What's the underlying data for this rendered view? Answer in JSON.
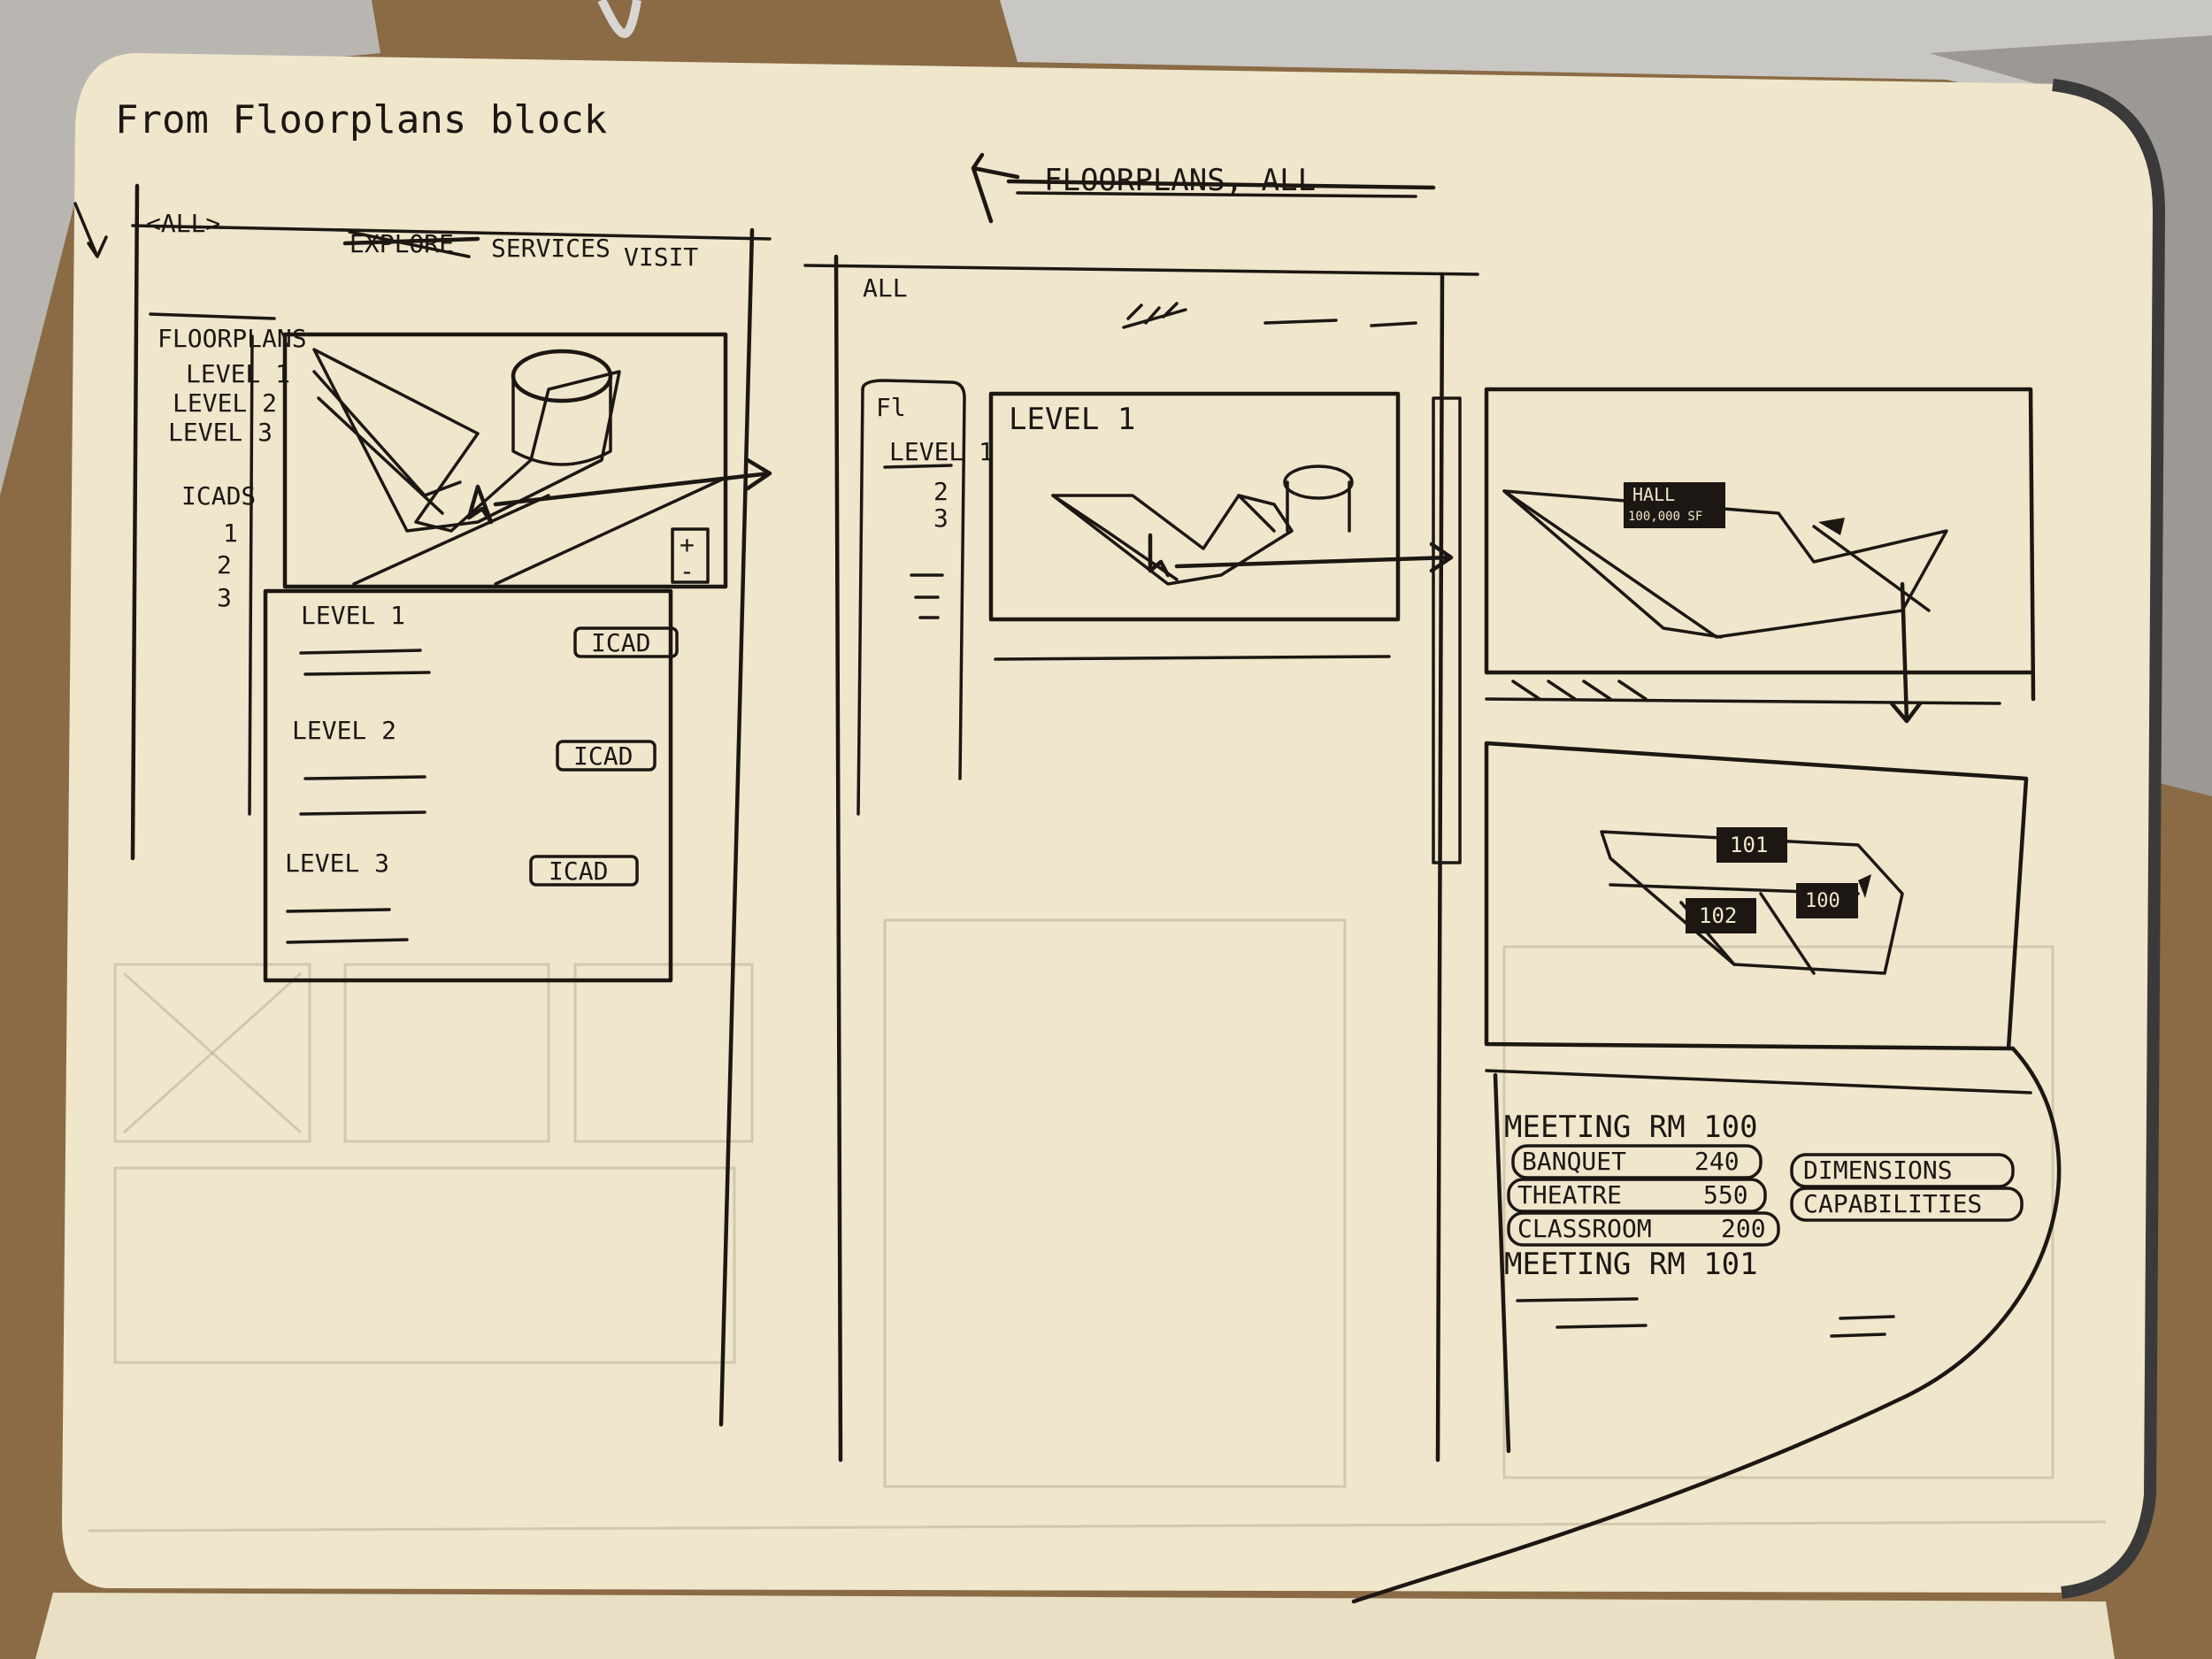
{
  "page_header": "From Floorplans block",
  "struck_heading": "FLOORPLANS, ALL",
  "sketch_a": {
    "back_link": "<ALL>",
    "struck_nav_item": "EXPLORE",
    "nav_items": [
      "SERVICES",
      "VISIT"
    ],
    "sidebar": {
      "heading": "FLOORPLANS",
      "levels": [
        "LEVEL 1",
        "LEVEL 2",
        "LEVEL 3"
      ],
      "cads_heading": "ICADS",
      "cads": [
        "1",
        "2",
        "3"
      ]
    },
    "zoom_controls": [
      "+",
      "-"
    ],
    "level_list": [
      {
        "title": "LEVEL 1",
        "button": "ICAD"
      },
      {
        "title": "LEVEL 2",
        "button": "ICAD"
      },
      {
        "title": "LEVEL 3",
        "button": "ICAD"
      }
    ]
  },
  "sketch_b": {
    "back_link": "ALL",
    "sidebar_heading": "Fl",
    "sidebar_items": [
      "LEVEL 1",
      "2",
      "3"
    ],
    "panel_title": "LEVEL 1"
  },
  "sketch_c": {
    "hall_tag": "HALL",
    "hall_tag_sub": "100,000 SF",
    "room_tags": [
      "101",
      "102",
      "100"
    ],
    "details": {
      "room_1": "MEETING RM 100",
      "capacities": [
        {
          "label": "BANQUET",
          "value": "240"
        },
        {
          "label": "THEATRE",
          "value": "550"
        },
        {
          "label": "CLASSROOM",
          "value": "200"
        }
      ],
      "actions": [
        "DIMENSIONS",
        "CAPABILITIES"
      ],
      "room_2": "MEETING RM 101"
    }
  },
  "colors": {
    "paper": "#efe6cc",
    "ink": "#1c1712",
    "desk": "#8a6b45"
  }
}
